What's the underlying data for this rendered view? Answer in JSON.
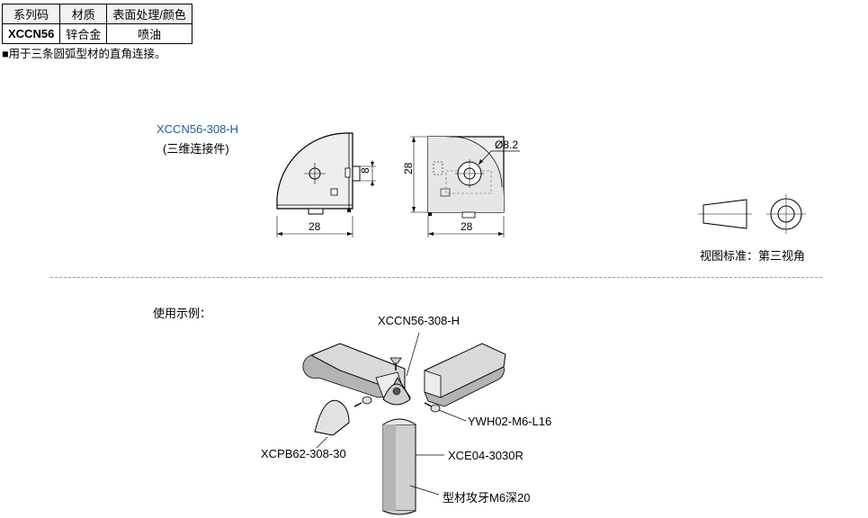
{
  "spec_table": {
    "headers": [
      "系列码",
      "材质",
      "表面处理/颜色"
    ],
    "row": {
      "code": "XCCN56",
      "material": "锌合金",
      "finish": "喷油"
    }
  },
  "note": "■用于三条圆弧型材的直角连接。",
  "part": {
    "code": "XCCN56-308-H",
    "name": "(三维连接件)"
  },
  "dimensions": {
    "front_width": "28",
    "front_height": "28",
    "side_width": "28",
    "slot": "8",
    "hole": "Ø8.2"
  },
  "view_standard": "视图标准：第三视角",
  "example": {
    "title": "使用示例：",
    "labels": {
      "connector": "XCCN56-308-H",
      "cap": "XCPB62-308-30",
      "screw": "YWH02-M6-L16",
      "profile": "XCE04-3030R",
      "tap": "型材攻牙M6深20"
    }
  }
}
